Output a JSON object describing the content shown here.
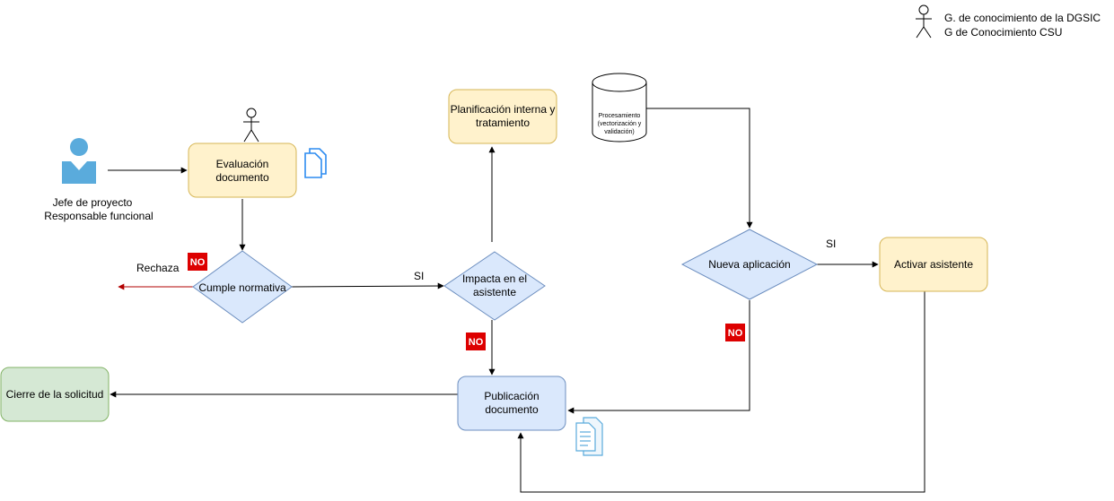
{
  "legend": {
    "line1": "G. de conocimiento de la DGSIC",
    "line2": "G de Conocimiento CSU"
  },
  "actor_user": {
    "line1": "Jefe de proyecto",
    "line2": "Responsable funcional"
  },
  "nodes": {
    "evaluacion": {
      "line1": "Evaluación",
      "line2": "documento"
    },
    "cumple": {
      "line1": "Cumple normativa"
    },
    "impacta": {
      "line1": "Impacta en el",
      "line2": "asistente"
    },
    "planificacion": {
      "line1": "Planificación interna y",
      "line2": "tratamiento"
    },
    "procesamiento": {
      "line1": "Procesamiento",
      "line2": "(vectorización y",
      "line3": "validación)"
    },
    "nueva": {
      "line1": "Nueva aplicación"
    },
    "activar": {
      "line1": "Activar asistente"
    },
    "publicacion": {
      "line1": "Publicación",
      "line2": "documento"
    },
    "cierre": {
      "line1": "Cierre de la solicitud"
    }
  },
  "edge_labels": {
    "rechaza": "Rechaza",
    "si_1": "SI",
    "si_2": "SI"
  },
  "badges": {
    "no_1": "NO",
    "no_2": "NO",
    "no_3": "NO"
  },
  "colors": {
    "yellow_fill": "#fff2cc",
    "yellow_stroke": "#d6b656",
    "blue_fill": "#dae8fc",
    "blue_stroke": "#6c8ebf",
    "green_fill": "#d5e8d4",
    "green_stroke": "#82b366",
    "reject_arrow": "#b20000",
    "badge_red": "#dd0000",
    "user_icon": "#5aabdc",
    "doc_icon": "#2d8cf0"
  }
}
